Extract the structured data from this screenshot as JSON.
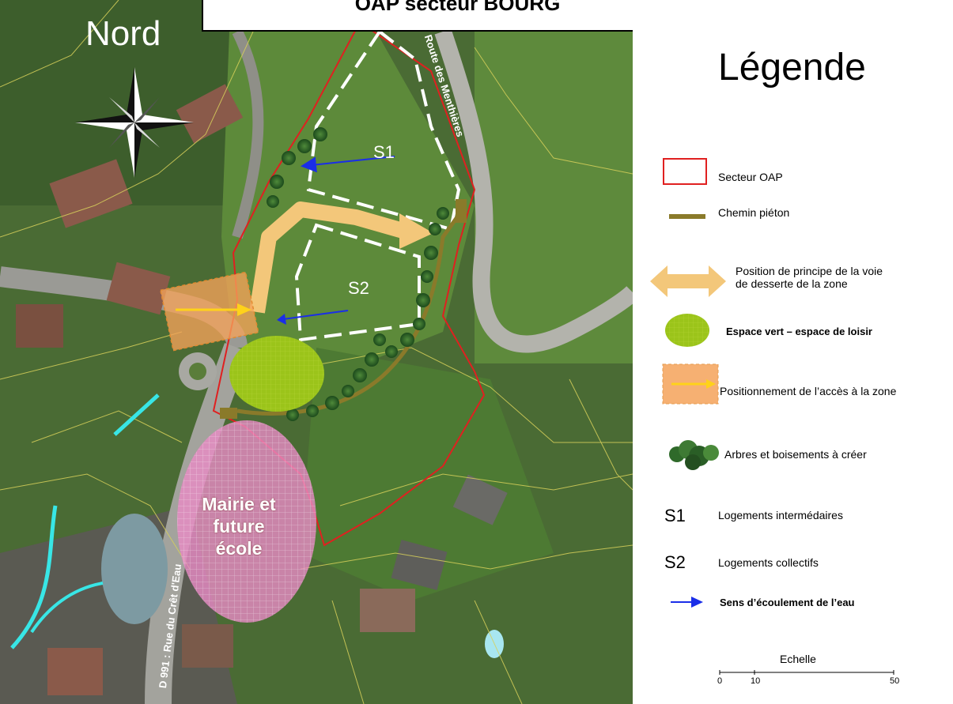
{
  "title": "OAP secteur BOURG",
  "map": {
    "north_label": "Nord",
    "s1_label": "S1",
    "s2_label": "S2",
    "mairie_label_lines": [
      "Mairie et",
      "future",
      "école"
    ],
    "road_east": "Route des Menthières",
    "road_west": "D 991 : Rue du Crêt d'Eau"
  },
  "legend": {
    "title": "Légende",
    "items": [
      {
        "symbol": "red-outline",
        "label": "Secteur OAP"
      },
      {
        "symbol": "olive-line",
        "label": "Chemin piéton"
      },
      {
        "symbol": "double-arrow",
        "label_lines": [
          "Position de principe de la voie",
          "de desserte de la zone"
        ]
      },
      {
        "symbol": "green-ellipse",
        "label": "Espace vert – espace de loisir"
      },
      {
        "symbol": "orange-rect",
        "label": "Positionnement de l’accès à la zone"
      },
      {
        "symbol": "trees",
        "label": "Arbres et boisements à créer"
      },
      {
        "symbol": "text",
        "code": "S1",
        "label": "Logements intermédaires"
      },
      {
        "symbol": "text",
        "code": "S2",
        "label": "Logements collectifs"
      },
      {
        "symbol": "blue-arrow",
        "label": "Sens d’écoulement de l’eau"
      }
    ],
    "scale": {
      "label": "Echelle",
      "ticks": [
        "0",
        "10",
        "50"
      ]
    }
  },
  "colors": {
    "secteur": "#e02020",
    "chemin": "#8a7a2a",
    "voie": "#f3c77a",
    "espace_vert": "#9bc41a",
    "acces": "#f5a35a",
    "acces_arrow": "#ffd21a",
    "ecoulement": "#1a2ee8",
    "mairie": "#e98bc6",
    "water": "#38e6e6"
  }
}
